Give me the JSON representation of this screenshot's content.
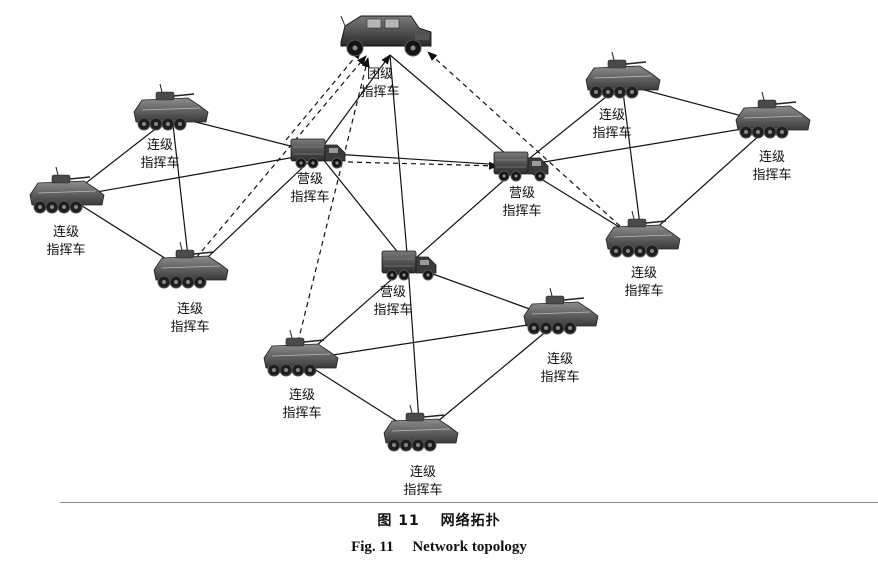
{
  "nodes": [
    {
      "id": "regiment",
      "kind": "humvee",
      "label1": "团级",
      "label2": "指挥车"
    },
    {
      "id": "bn_left",
      "kind": "truck",
      "label1": "营级",
      "label2": "指挥车"
    },
    {
      "id": "bn_right",
      "kind": "truck",
      "label1": "营级",
      "label2": "指挥车"
    },
    {
      "id": "bn_center",
      "kind": "truck",
      "label1": "营级",
      "label2": "指挥车"
    },
    {
      "id": "co_l_top",
      "kind": "apc",
      "label1": "连级",
      "label2": "指挥车"
    },
    {
      "id": "co_l_left",
      "kind": "apc",
      "label1": "连级",
      "label2": "指挥车"
    },
    {
      "id": "co_l_bottom",
      "kind": "apc",
      "label1": "连级",
      "label2": "指挥车"
    },
    {
      "id": "co_r_top",
      "kind": "apc",
      "label1": "连级",
      "label2": "指挥车"
    },
    {
      "id": "co_r_right",
      "kind": "apc",
      "label1": "连级",
      "label2": "指挥车"
    },
    {
      "id": "co_r_bottom",
      "kind": "apc",
      "label1": "连级",
      "label2": "指挥车"
    },
    {
      "id": "co_c_left",
      "kind": "apc",
      "label1": "连级",
      "label2": "指挥车"
    },
    {
      "id": "co_c_right",
      "kind": "apc",
      "label1": "连级",
      "label2": "指挥车"
    },
    {
      "id": "co_c_bottom",
      "kind": "apc",
      "label1": "连级",
      "label2": "指挥车"
    }
  ],
  "edges": [
    {
      "from": "co_l_top",
      "to": "co_l_left",
      "style": "solid"
    },
    {
      "from": "co_l_top",
      "to": "co_l_bottom",
      "style": "solid"
    },
    {
      "from": "co_l_left",
      "to": "co_l_bottom",
      "style": "solid"
    },
    {
      "from": "co_l_top",
      "to": "bn_left",
      "style": "solid"
    },
    {
      "from": "co_l_left",
      "to": "bn_left",
      "style": "solid"
    },
    {
      "from": "co_l_bottom",
      "to": "bn_left",
      "style": "solid"
    },
    {
      "from": "bn_left",
      "to": "regiment",
      "style": "solid"
    },
    {
      "from": "bn_left",
      "to": "bn_right",
      "style": "solid"
    },
    {
      "from": "bn_left",
      "to": "bn_center",
      "style": "solid"
    },
    {
      "from": "regiment",
      "to": "bn_center",
      "style": "solid"
    },
    {
      "from": "regiment",
      "to": "bn_right",
      "style": "solid"
    },
    {
      "from": "bn_right",
      "to": "bn_center",
      "style": "solid"
    },
    {
      "from": "bn_right",
      "to": "co_r_top",
      "style": "solid"
    },
    {
      "from": "bn_right",
      "to": "co_r_right",
      "style": "solid"
    },
    {
      "from": "bn_right",
      "to": "co_r_bottom",
      "style": "solid"
    },
    {
      "from": "co_r_top",
      "to": "co_r_right",
      "style": "solid"
    },
    {
      "from": "co_r_top",
      "to": "co_r_bottom",
      "style": "solid"
    },
    {
      "from": "co_r_right",
      "to": "co_r_bottom",
      "style": "solid"
    },
    {
      "from": "bn_center",
      "to": "co_c_left",
      "style": "solid"
    },
    {
      "from": "bn_center",
      "to": "co_c_right",
      "style": "solid"
    },
    {
      "from": "bn_center",
      "to": "co_c_bottom",
      "style": "solid"
    },
    {
      "from": "co_c_left",
      "to": "co_c_right",
      "style": "solid"
    },
    {
      "from": "co_c_left",
      "to": "co_c_bottom",
      "style": "solid"
    },
    {
      "from": "co_c_right",
      "to": "co_c_bottom",
      "style": "solid"
    },
    {
      "from": "bn_left",
      "to": "regiment",
      "style": "dashed-arrow"
    },
    {
      "from": "co_l_bottom",
      "to": "regiment",
      "style": "dashed-arrow"
    },
    {
      "from": "co_c_left",
      "to": "regiment",
      "style": "dashed-arrow"
    },
    {
      "from": "co_r_bottom",
      "to": "regiment",
      "style": "dashed-arrow"
    },
    {
      "from": "bn_left",
      "to": "bn_right",
      "style": "dashed-arrow"
    }
  ],
  "caption": {
    "cn": "图 11　 网络拓扑",
    "en": "Fig. 11　 Network topology"
  }
}
